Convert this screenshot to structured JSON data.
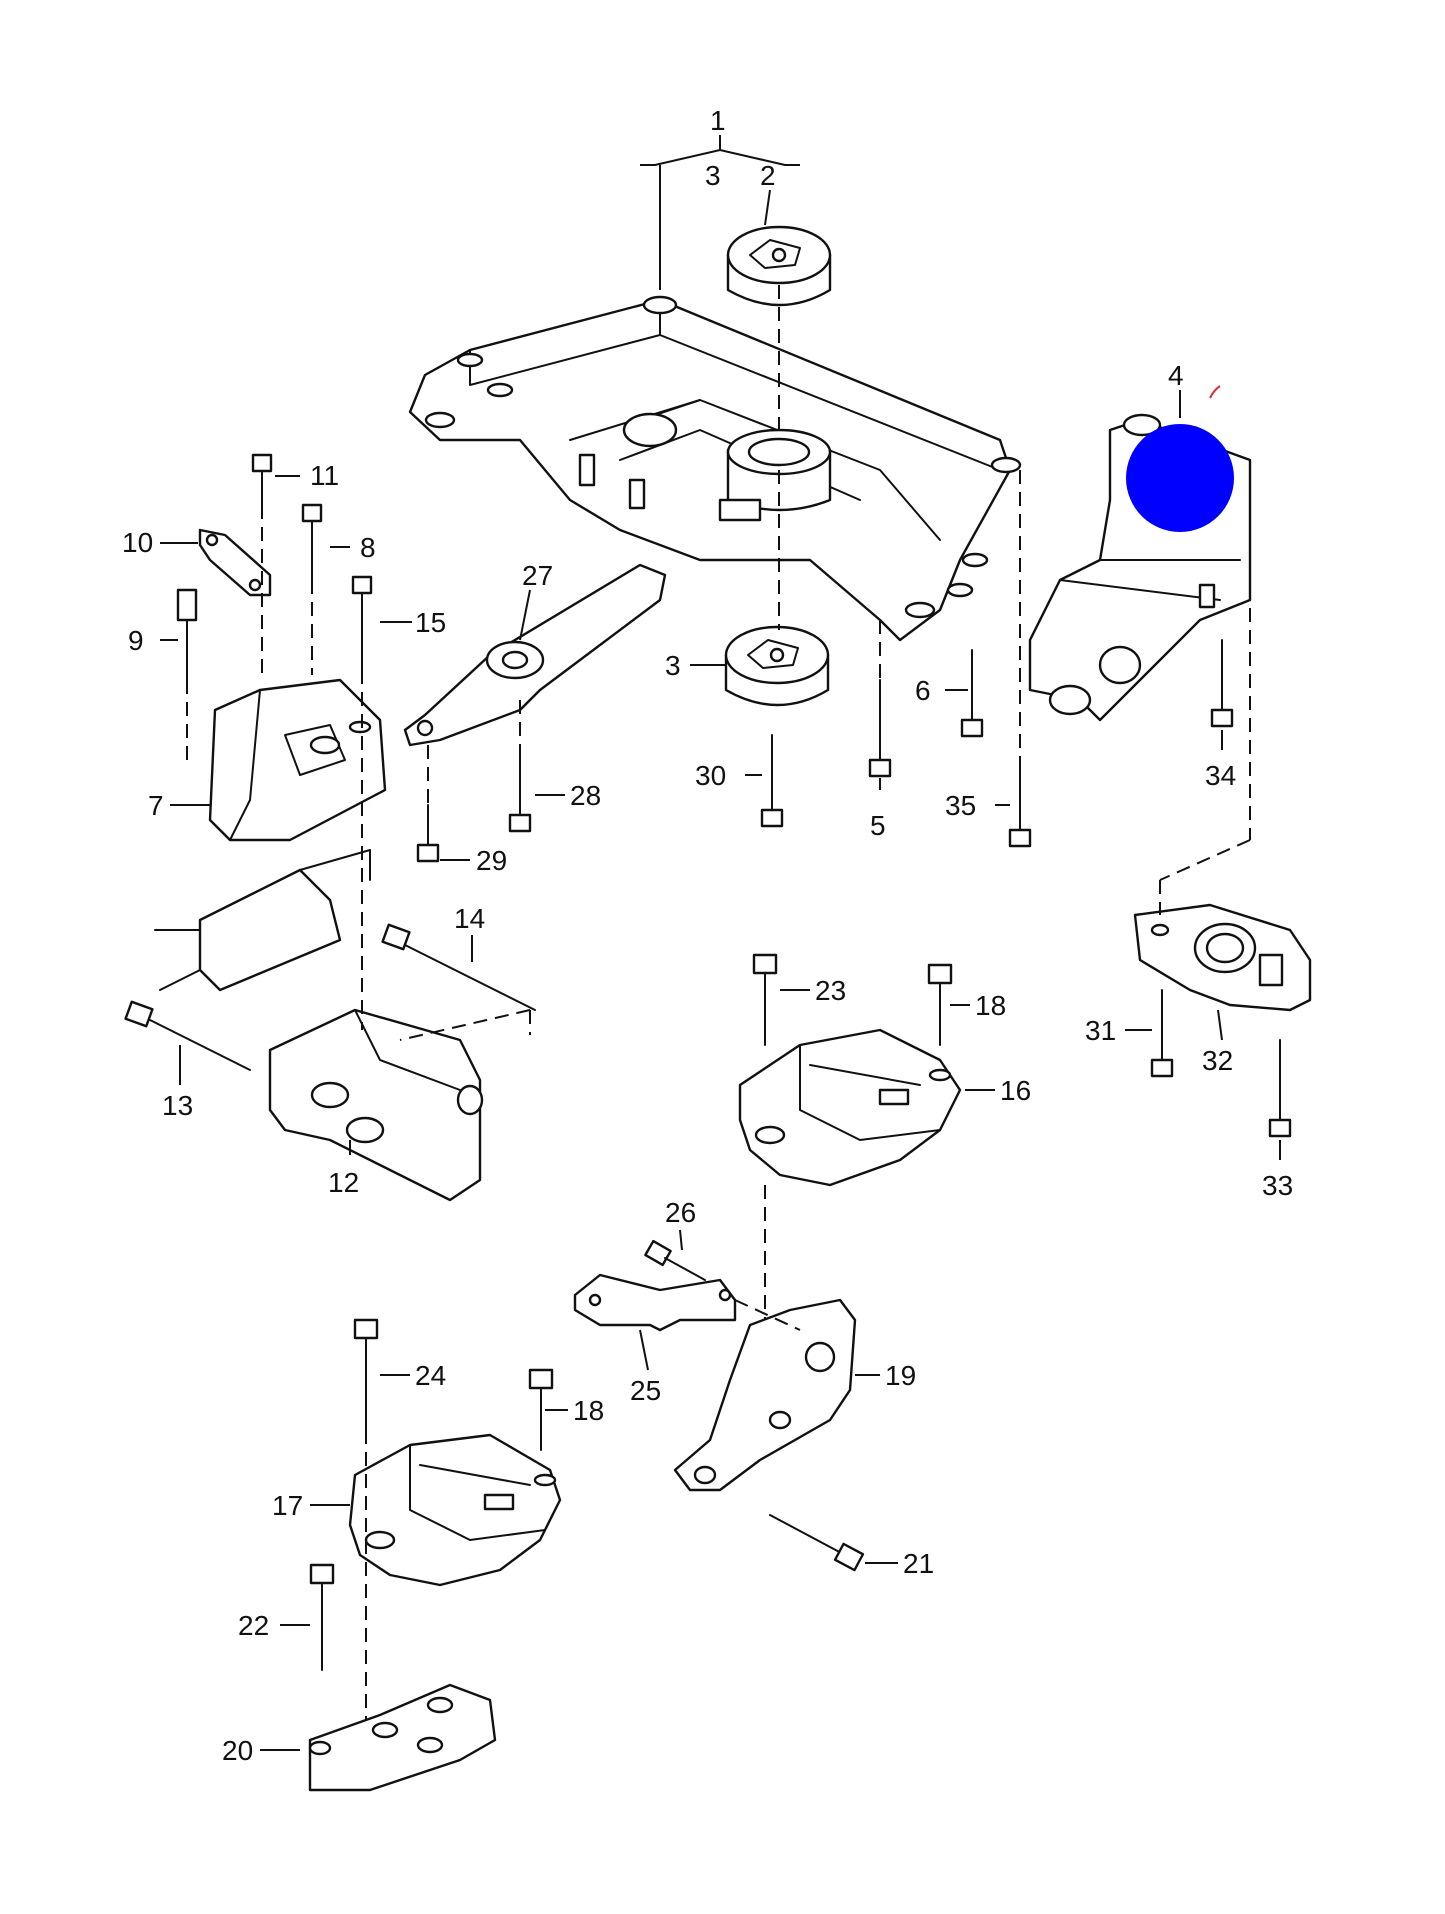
{
  "diagram": {
    "labels": [
      {
        "id": "l1",
        "text": "1"
      },
      {
        "id": "l2",
        "text": "2"
      },
      {
        "id": "l3a",
        "text": "3"
      },
      {
        "id": "l3b",
        "text": "3"
      },
      {
        "id": "l4",
        "text": "4"
      },
      {
        "id": "l5",
        "text": "5"
      },
      {
        "id": "l6",
        "text": "6"
      },
      {
        "id": "l7",
        "text": "7"
      },
      {
        "id": "l8",
        "text": "8"
      },
      {
        "id": "l9",
        "text": "9"
      },
      {
        "id": "l10",
        "text": "10"
      },
      {
        "id": "l11",
        "text": "11"
      },
      {
        "id": "l12",
        "text": "12"
      },
      {
        "id": "l13",
        "text": "13"
      },
      {
        "id": "l14",
        "text": "14"
      },
      {
        "id": "l15",
        "text": "15"
      },
      {
        "id": "l16",
        "text": "16"
      },
      {
        "id": "l17",
        "text": "17"
      },
      {
        "id": "l18a",
        "text": "18"
      },
      {
        "id": "l18b",
        "text": "18"
      },
      {
        "id": "l19",
        "text": "19"
      },
      {
        "id": "l20",
        "text": "20"
      },
      {
        "id": "l21",
        "text": "21"
      },
      {
        "id": "l22",
        "text": "22"
      },
      {
        "id": "l23",
        "text": "23"
      },
      {
        "id": "l24",
        "text": "24"
      },
      {
        "id": "l25",
        "text": "25"
      },
      {
        "id": "l26",
        "text": "26"
      },
      {
        "id": "l27",
        "text": "27"
      },
      {
        "id": "l28",
        "text": "28"
      },
      {
        "id": "l29",
        "text": "29"
      },
      {
        "id": "l30",
        "text": "30"
      },
      {
        "id": "l31",
        "text": "31"
      },
      {
        "id": "l32",
        "text": "32"
      },
      {
        "id": "l33",
        "text": "33"
      },
      {
        "id": "l34",
        "text": "34"
      },
      {
        "id": "l35",
        "text": "35"
      }
    ]
  },
  "marker": {
    "color": "#0000ff"
  },
  "colors": {
    "line": "#111111",
    "background": "#ffffff",
    "annotation_red": "#e03030"
  }
}
